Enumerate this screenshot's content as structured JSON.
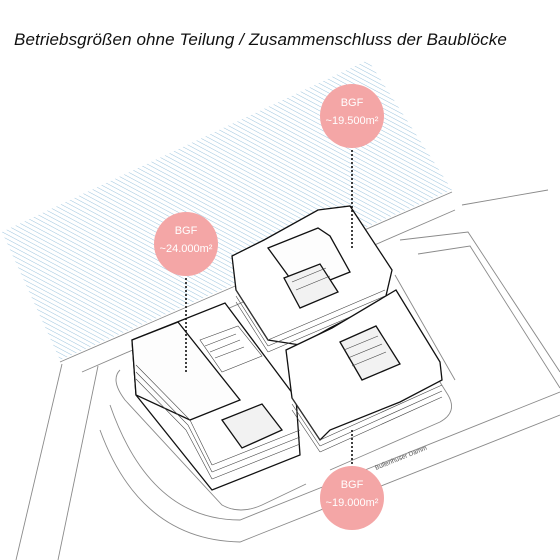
{
  "title": "Betriebsgrößen ohne Teilung / Zusammenschluss der Baublöcke",
  "street": "Bullenhuser Damm",
  "bubbles": [
    {
      "line1": "BGF",
      "line2": "~19.500m²"
    },
    {
      "line1": "BGF",
      "line2": "~24.000m²"
    },
    {
      "line1": "BGF",
      "line2": "~19.000m²"
    }
  ],
  "colors": {
    "water_hatch": "#9cc4de",
    "bubble_fill": "#f4a6a6",
    "outline": "#111111",
    "street_lines": "#8a8a8a"
  }
}
